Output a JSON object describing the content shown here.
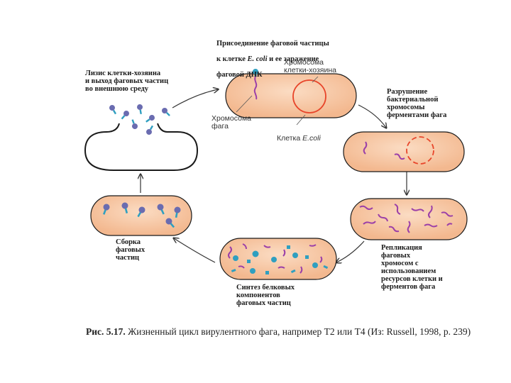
{
  "title": {
    "line1": "Присоединение фаговой частицы",
    "line2_pre": "к клетке ",
    "line2_em": "E. coli",
    "line2_post": " и ее заражение",
    "line3": "фаговой ДНК"
  },
  "steps": {
    "lysis": "Лизис клетки-хозяина\nи выход фаговых частиц\nво внешнюю среду",
    "destruction": "Разрушение\nбактериальной\nхромосомы\nферментами фага",
    "replication": "Репликация\nфаговых\nхромосом с\nиспользованием\nресурсов клетки и\nферментов фага",
    "synthesis": "Синтез белковых\nкомпонентов\nфаговых частиц",
    "assembly": "Сборка\nфаговых\nчастиц"
  },
  "labels": {
    "host_chromosome": "Хромосома\nклетки-хозяина",
    "phage_chromosome": "Хромосома\nфага",
    "ecoli_cell_prefix": "Клетка ",
    "ecoli_cell_em": "E.coli"
  },
  "caption": {
    "number": "Рис. 5.17.",
    "text": " Жизненный цикл вирулентного фага, например Т2 или Т4 (Из: Russell, 1998, p. 239)"
  },
  "colors": {
    "cell_fill": "#f7c8a4",
    "cell_stroke": "#1a1a1a",
    "host_chromosome": "#e8452a",
    "phage_dna": "#9b3fa8",
    "phage_head": "#6a6cb0",
    "protein": "#2f9fc0",
    "arrow": "#333333"
  }
}
